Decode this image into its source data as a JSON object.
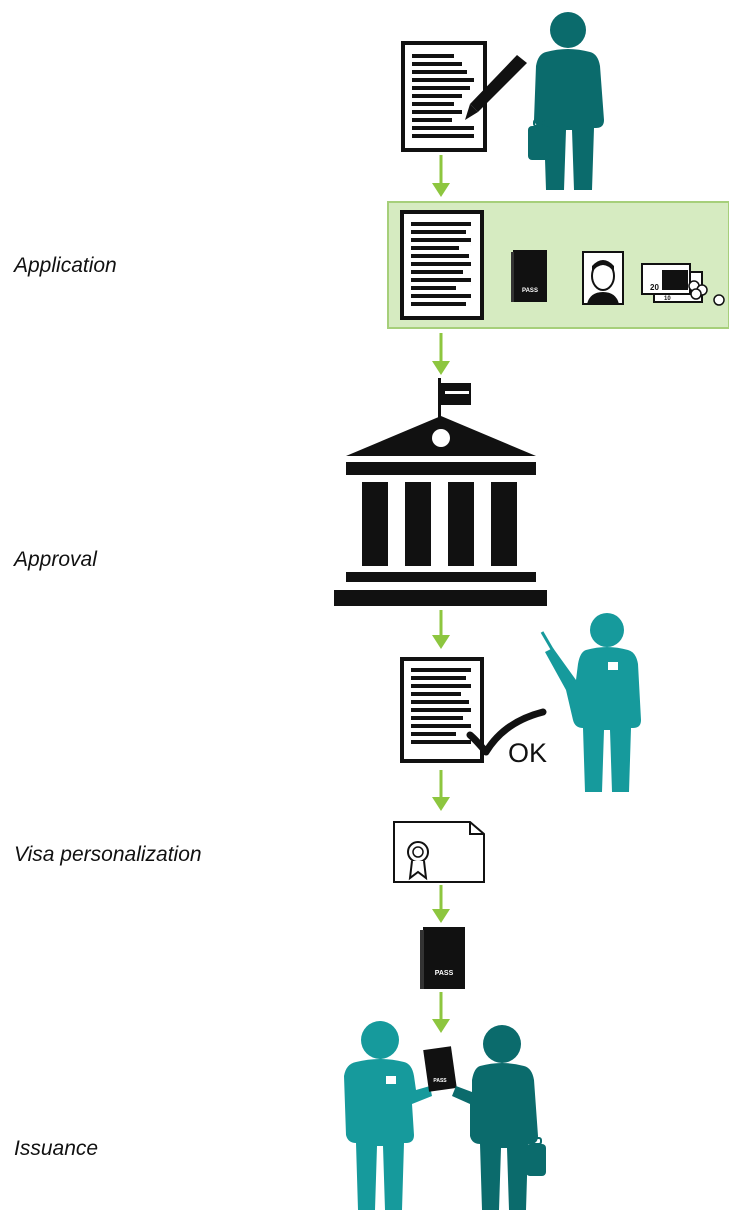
{
  "stages": {
    "application": "Application",
    "approval": "Approval",
    "visa_personalization": "Visa personalization",
    "issuance": "Issuance"
  },
  "icons": {
    "passport_text": "PASS",
    "ok_text": "OK",
    "banknote_20": "20",
    "banknote_10": "10"
  },
  "colors": {
    "arrow": "#8dc63f",
    "application_panel_fill": "#d6ebc1",
    "application_panel_border": "#a6cf7a",
    "applicant": "#0b6b6c",
    "officer": "#169a9c",
    "icon_black": "#111111"
  }
}
